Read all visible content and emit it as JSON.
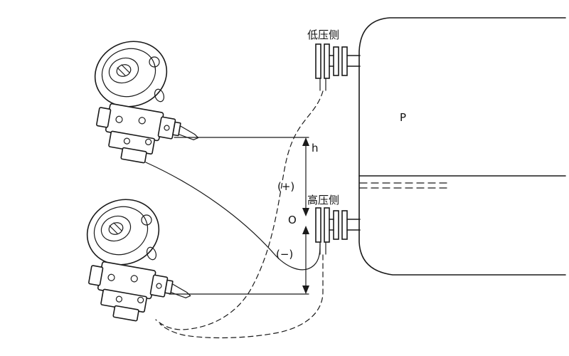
{
  "diagram": {
    "labels": {
      "low_pressure_side": "低压侧",
      "high_pressure_side": "高压侧",
      "pressure": "P",
      "height": "h",
      "plus": "(+)",
      "zero": "O",
      "minus": "(−)"
    },
    "colors": {
      "line": "#1a1a1a",
      "background": "#ffffff"
    }
  }
}
